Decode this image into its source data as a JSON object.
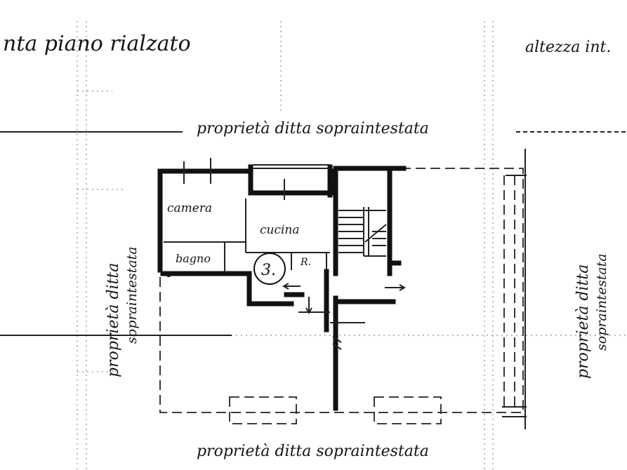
{
  "header": {
    "title": "nta piano rialzato",
    "height_note": "altezza int."
  },
  "boundaries": {
    "top": "proprietà ditta sopraintestata",
    "bottom": "proprietà ditta sopraintestata",
    "left": [
      "proprietà ditta",
      "sopraintestata"
    ],
    "right": [
      "proprietà ditta",
      "sopraintestata"
    ]
  },
  "rooms": {
    "camera": "camera",
    "cucina": "cucina",
    "bagno": "bagno",
    "ripostiglio": "R."
  },
  "unit_number": "3."
}
